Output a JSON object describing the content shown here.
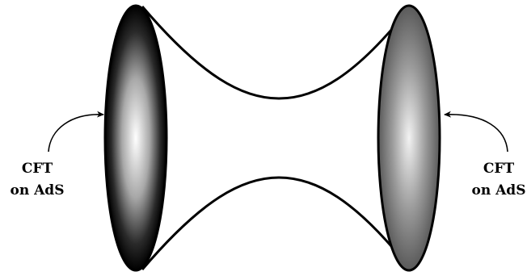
{
  "labels": {
    "left_line1": "CFT",
    "left_line2": "on AdS",
    "right_line1": "CFT",
    "right_line2": "on AdS"
  },
  "colors": {
    "outline": "#000000",
    "background": "#ffffff",
    "left_boundary_center": "#ffffff",
    "left_boundary_edge": "#000000",
    "right_boundary_center": "#f2f2f2",
    "right_boundary_edge": "#5a5a5a"
  }
}
